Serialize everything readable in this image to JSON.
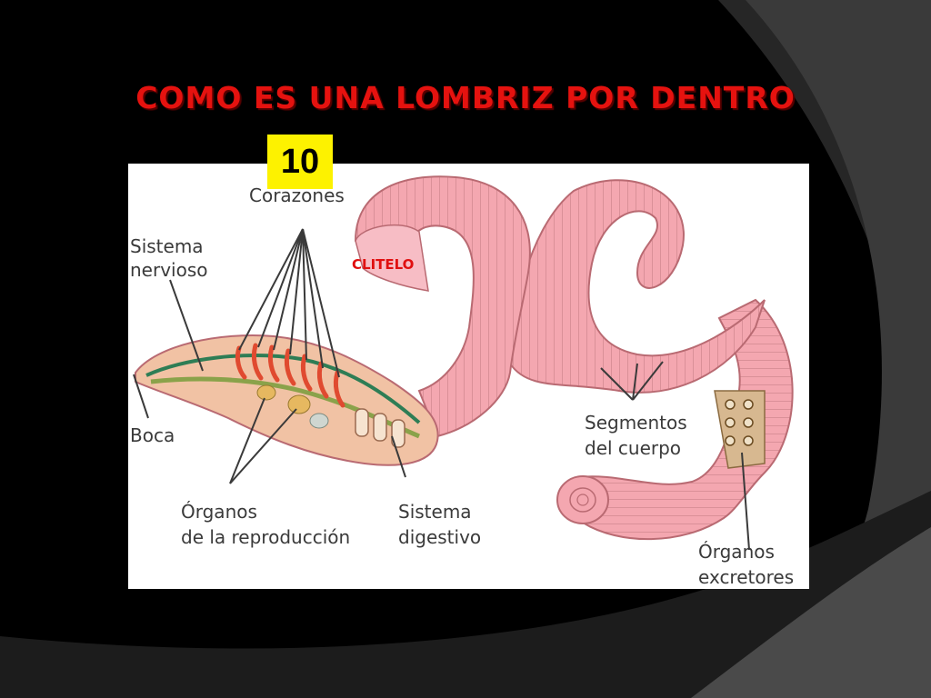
{
  "slide": {
    "title": "COMO ES UNA LOMBRIZ POR DENTRO",
    "badge": "10"
  },
  "diagram": {
    "labels": {
      "corazones": "Corazones",
      "sistema_nervioso_1": "Sistema",
      "sistema_nervioso_2": "nervioso",
      "boca": "Boca",
      "organos_repro_1": "Órganos",
      "organos_repro_2": "de la reproducción",
      "sistema_digestivo_1": "Sistema",
      "sistema_digestivo_2": "digestivo",
      "segmentos_1": "Segmentos",
      "segmentos_2": "del cuerpo",
      "organos_excretores_1": "Órganos",
      "organos_excretores_2": "excretores",
      "clitelo": "CLITELO"
    },
    "colors": {
      "title": "#e5120f",
      "badge": "#fdf200",
      "worm_body": "#f4a7b0",
      "worm_outline": "#b96a72",
      "heart": "#e04a30",
      "gland": "#e6b860"
    }
  }
}
